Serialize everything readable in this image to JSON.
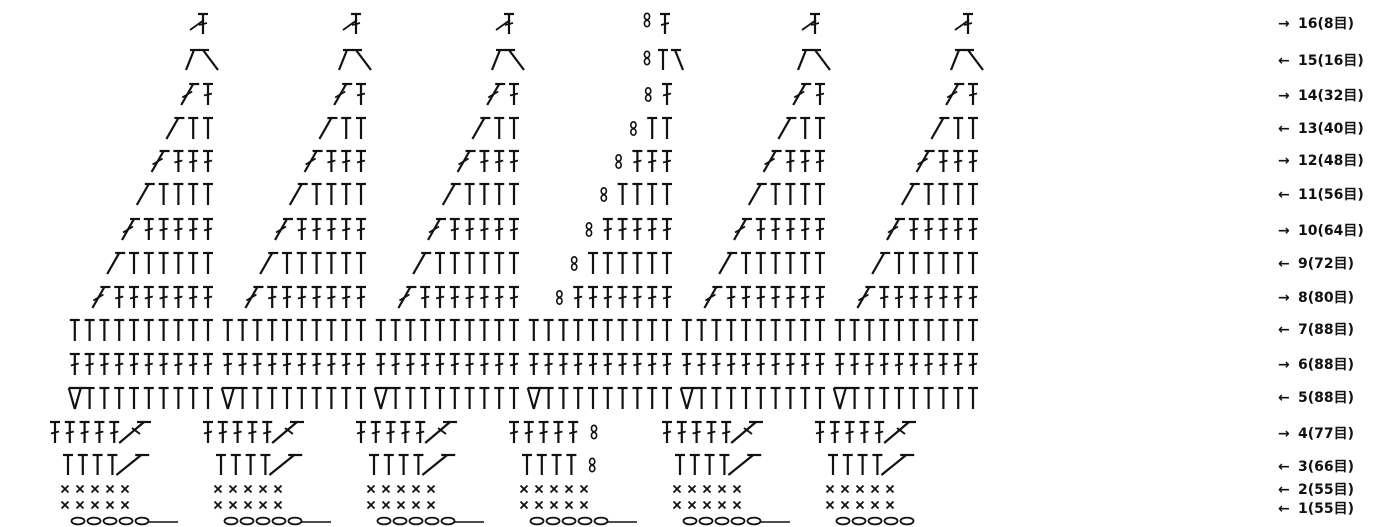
{
  "rows": [
    {
      "dir": "→",
      "label": "16(8目)"
    },
    {
      "dir": "←",
      "label": "15(16目)"
    },
    {
      "dir": "→",
      "label": "14(32目)"
    },
    {
      "dir": "←",
      "label": "13(40目)"
    },
    {
      "dir": "→",
      "label": "12(48目)"
    },
    {
      "dir": "←",
      "label": "11(56目)"
    },
    {
      "dir": "→",
      "label": "10(64目)"
    },
    {
      "dir": "←",
      "label": "9(72目)"
    },
    {
      "dir": "→",
      "label": "8(80目)"
    },
    {
      "dir": "←",
      "label": "7(88目)"
    },
    {
      "dir": "→",
      "label": "6(88目)"
    },
    {
      "dir": "←",
      "label": "5(88目)"
    },
    {
      "dir": "→",
      "label": "4(77目)"
    },
    {
      "dir": "←",
      "label": "3(66目)"
    },
    {
      "dir": "←",
      "label": "2(55目)"
    },
    {
      "dir": "←",
      "label": "1(55目)"
    }
  ],
  "motif_count": 6,
  "highlight_motif": 3,
  "symbols": {
    "chain": "chain-stitch-icon",
    "single_crochet": "single-crochet-icon",
    "double_crochet": "double-crochet-icon",
    "front_post": "front-post-double-crochet-icon",
    "decrease": "double-crochet-2tog-icon",
    "slip_chain": "slip-chain-icon"
  },
  "colors": {
    "ink": "#111111",
    "line": "#333333"
  }
}
